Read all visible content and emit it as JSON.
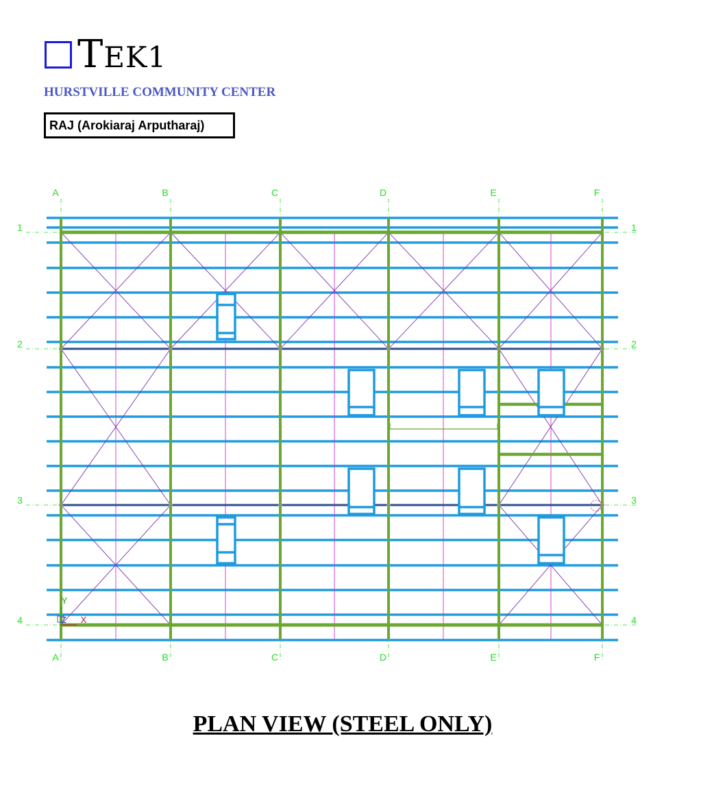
{
  "header": {
    "logo_text": "TEK1",
    "project_name": "HURSTVILLE COMMUNITY CENTER",
    "engineer": "RAJ (Arokiaraj Arputharaj)"
  },
  "plan": {
    "column_grid_labels": [
      "A",
      "B",
      "C",
      "D",
      "E",
      "F"
    ],
    "row_grid_labels": [
      "1",
      "2",
      "3",
      "4"
    ],
    "axis_labels": {
      "y": "Y",
      "z": "Z",
      "x": "X"
    }
  },
  "caption": "PLAN VIEW (STEEL ONLY)",
  "colors": {
    "gridline": "#22dd22",
    "primary_beam": "#6aa832",
    "purlin": "#1e9be0",
    "rafter": "#2f4f8f",
    "bracing": "#7a2fb0",
    "centerline": "#cc33cc",
    "logo_box": "#1a1adb",
    "project_text": "#4a57c9"
  }
}
